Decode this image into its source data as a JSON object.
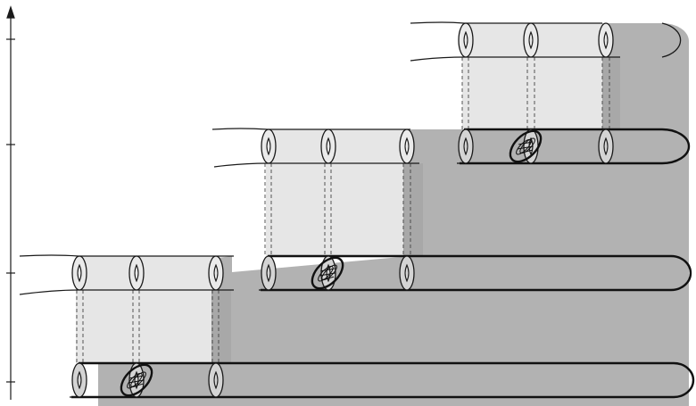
{
  "figure": {
    "colors": {
      "background": "#ffffff",
      "light_region": "#e6e6e6",
      "dark_region": "#b2b2b2",
      "stroke": "#1a1a1a",
      "thick_stroke": "#111111",
      "dashed": "#444444",
      "ellipse_fill": "#dcdcdc"
    },
    "axis": {
      "tick_count": 4,
      "has_arrow": true
    },
    "levels": 3,
    "circles_per_level": 3,
    "has_cross_ellipses": true
  }
}
